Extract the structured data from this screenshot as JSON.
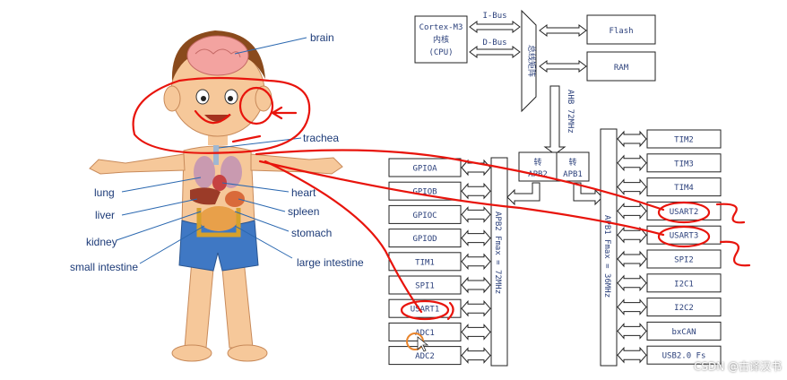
{
  "body_labels": {
    "brain": "brain",
    "trachea": "trachea",
    "lung": "lung",
    "heart": "heart",
    "liver": "liver",
    "spleen": "spleen",
    "kidney": "kidney",
    "stomach": "stomach",
    "small_intestine": "small intestine",
    "large_intestine": "large intestine"
  },
  "core": {
    "cpu_line1": "Cortex-M3",
    "cpu_line2": "内核",
    "cpu_line3": "(CPU)",
    "ibus": "I-Bus",
    "dbus": "D-Bus",
    "matrix": "总线矩阵",
    "flash": "Flash",
    "ram": "RAM",
    "ahb": "AHB 72MHz"
  },
  "bridges": {
    "apb2_top": "转",
    "apb2_bottom": "APB2",
    "apb1_top": "转",
    "apb1_bottom": "APB1"
  },
  "apb2": {
    "bus_label": "APB2 Fmax = 72MHz",
    "peripherals": [
      "GPIOA",
      "GPIOB",
      "GPIOC",
      "GPIOD",
      "TIM1",
      "SPI1",
      "USART1",
      "ADC1",
      "ADC2"
    ]
  },
  "apb1": {
    "bus_label": "APB1 Fmax = 36MHz",
    "peripherals": [
      "TIM2",
      "TIM3",
      "TIM4",
      "USART2",
      "USART3",
      "SPI2",
      "I2C1",
      "I2C2",
      "bxCAN",
      "USB2.0 Fs"
    ]
  },
  "watermark": "CSDN @古译汉书",
  "colors": {
    "annotation": "#e8140c",
    "label": "#1d3b78",
    "skin": "#f6c89a",
    "hair": "#8a4a1c",
    "shorts": "#3f78c4"
  }
}
